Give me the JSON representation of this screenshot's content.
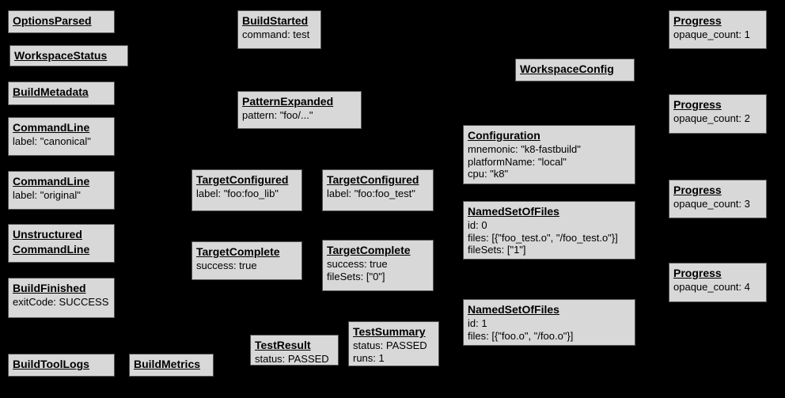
{
  "diagram": {
    "description": "Build event protocol event graph on black background",
    "colors": {
      "background": "#000000",
      "node_fill": "#d8d8d8",
      "node_border": "#545454",
      "node_text": "#000000"
    },
    "nodes": [
      {
        "title": "OptionsParsed",
        "lines": []
      },
      {
        "title": "WorkspaceStatus",
        "lines": []
      },
      {
        "title": "BuildMetadata",
        "lines": []
      },
      {
        "title": "CommandLine",
        "lines": [
          "label: \"canonical\""
        ]
      },
      {
        "title": "CommandLine",
        "lines": [
          "label: \"original\""
        ]
      },
      {
        "title": "Unstructured\nCommandLine",
        "lines": []
      },
      {
        "title": "BuildFinished",
        "lines": [
          "exitCode: SUCCESS"
        ]
      },
      {
        "title": "BuildToolLogs",
        "lines": []
      },
      {
        "title": "BuildMetrics",
        "lines": []
      },
      {
        "title": "BuildStarted",
        "lines": [
          "command: test"
        ]
      },
      {
        "title": "PatternExpanded",
        "lines": [
          "pattern: \"foo/...\""
        ]
      },
      {
        "title": "TargetConfigured",
        "lines": [
          "label: \"foo:foo_lib\""
        ]
      },
      {
        "title": "TargetConfigured",
        "lines": [
          "label: \"foo:foo_test\""
        ]
      },
      {
        "title": "TargetComplete",
        "lines": [
          "success: true"
        ]
      },
      {
        "title": "TargetComplete",
        "lines": [
          "success: true",
          "fileSets: [\"0\"]"
        ]
      },
      {
        "title": "TestResult",
        "lines": [
          "status: PASSED"
        ]
      },
      {
        "title": "TestSummary",
        "lines": [
          "status: PASSED",
          "runs: 1"
        ]
      },
      {
        "title": "WorkspaceConfig",
        "lines": []
      },
      {
        "title": "Configuration",
        "lines": [
          "mnemonic: \"k8-fastbuild\"",
          "platformName: \"local\"",
          "cpu: \"k8\""
        ]
      },
      {
        "title": "NamedSetOfFiles",
        "lines": [
          "id: 0",
          "files: [{\"foo_test.o\", \"/foo_test.o\"}]",
          "fileSets: [\"1\"]"
        ]
      },
      {
        "title": "NamedSetOfFiles",
        "lines": [
          "id: 1",
          "files: [{\"foo.o\", \"/foo.o\"}]"
        ]
      },
      {
        "title": "Progress",
        "lines": [
          "opaque_count: 1"
        ]
      },
      {
        "title": "Progress",
        "lines": [
          "opaque_count: 2"
        ]
      },
      {
        "title": "Progress",
        "lines": [
          "opaque_count: 3"
        ]
      },
      {
        "title": "Progress",
        "lines": [
          "opaque_count: 4"
        ]
      }
    ]
  }
}
